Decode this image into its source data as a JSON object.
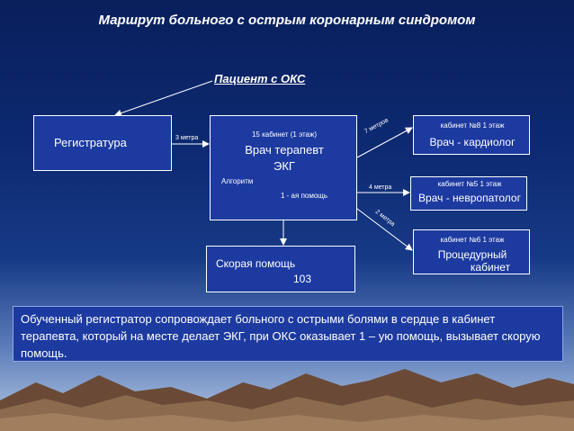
{
  "title": "Маршрут больного с острым коронарным синдромом",
  "patient": "Пациент с ОКС",
  "registry": "Регистратура",
  "therapist": {
    "room": "15 кабинет (1 этаж)",
    "line1": "Врач терапевт",
    "line2": "ЭКГ",
    "algo": "Алгоритм",
    "help": "1 - ая помощь"
  },
  "ambulance": {
    "line1": "Скорая помощь",
    "line2": "103"
  },
  "cardio": {
    "room": "кабинет №8 1 этаж",
    "name": "Врач - кардиолог"
  },
  "neuro": {
    "room": "кабинет №5 1 этаж",
    "name": "Врач - невропатолог"
  },
  "proc": {
    "room": "кабинет №6 1 этаж",
    "line1": "Процедурный",
    "line2": "кабинет"
  },
  "distances": {
    "reg_ther": "3 метра",
    "to_cardio": "7 метров",
    "to_neuro": "4 метра",
    "to_proc": "2 метра"
  },
  "note": "Обученный регистратор сопровождает больного с острыми болями в сердце в кабинет терапевта, который на месте делает ЭКГ, при ОКС оказывает 1 – ую помощь, вызывает скорую помощь."
}
